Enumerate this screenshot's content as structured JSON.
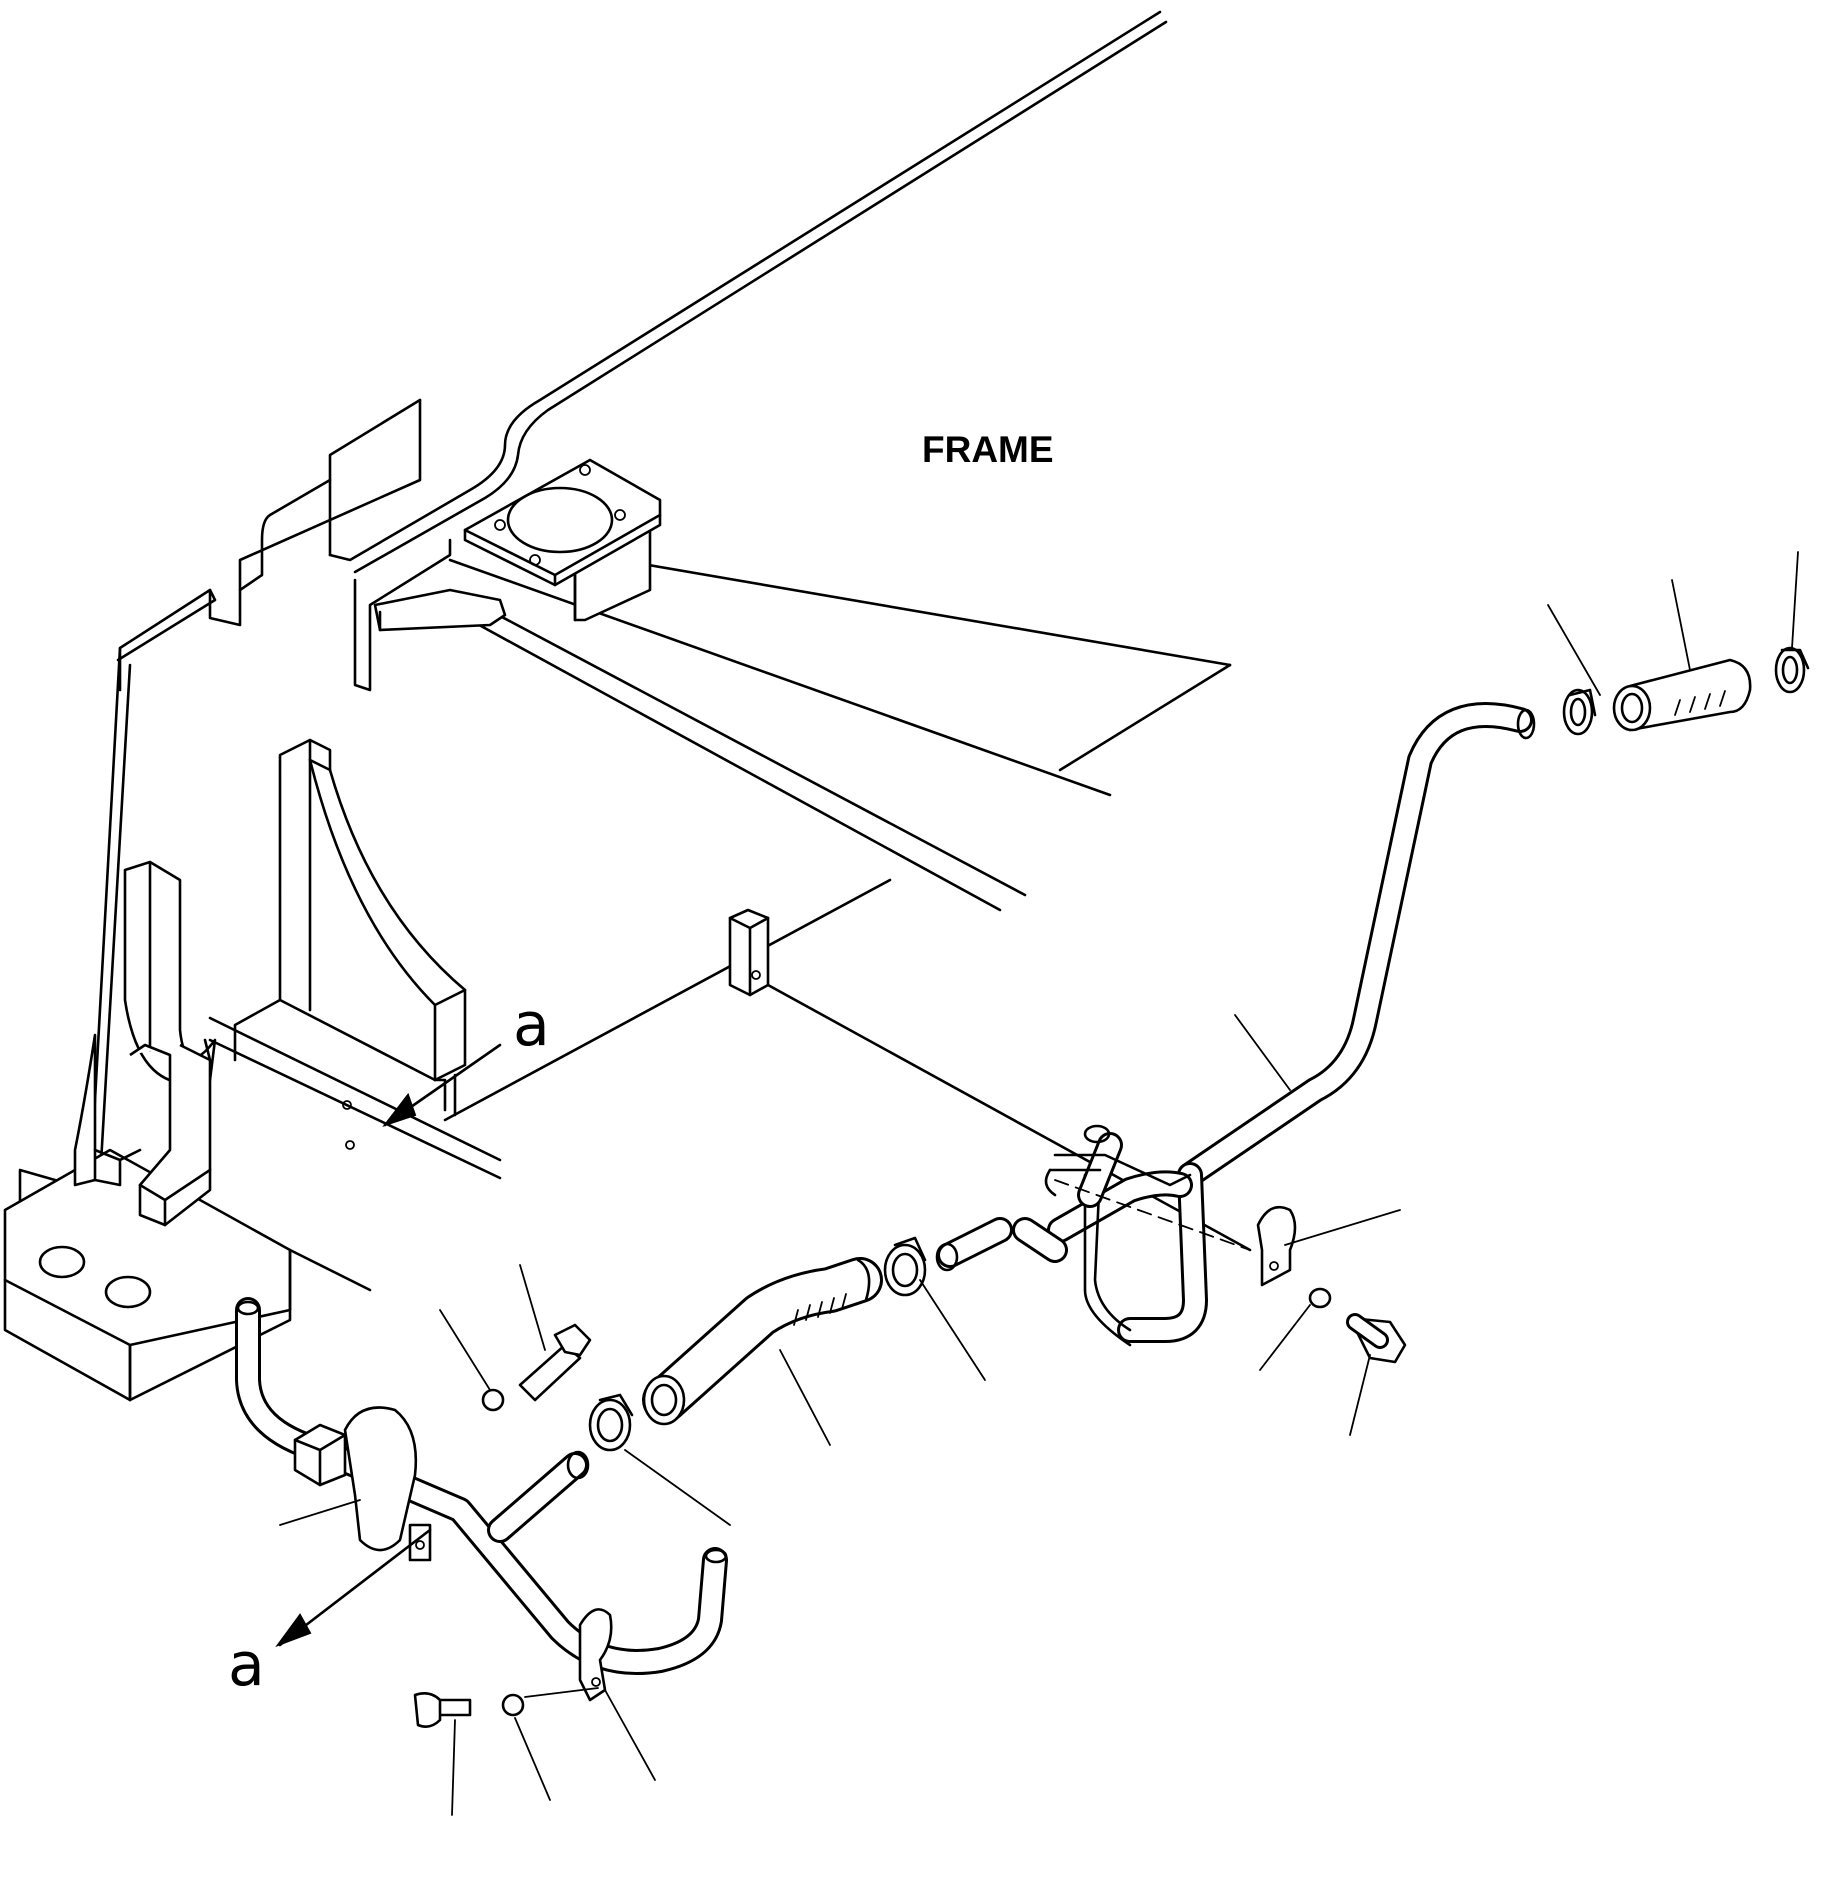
{
  "labels": {
    "frame": "FRAME",
    "view_upper": "a",
    "view_lower": "a"
  }
}
